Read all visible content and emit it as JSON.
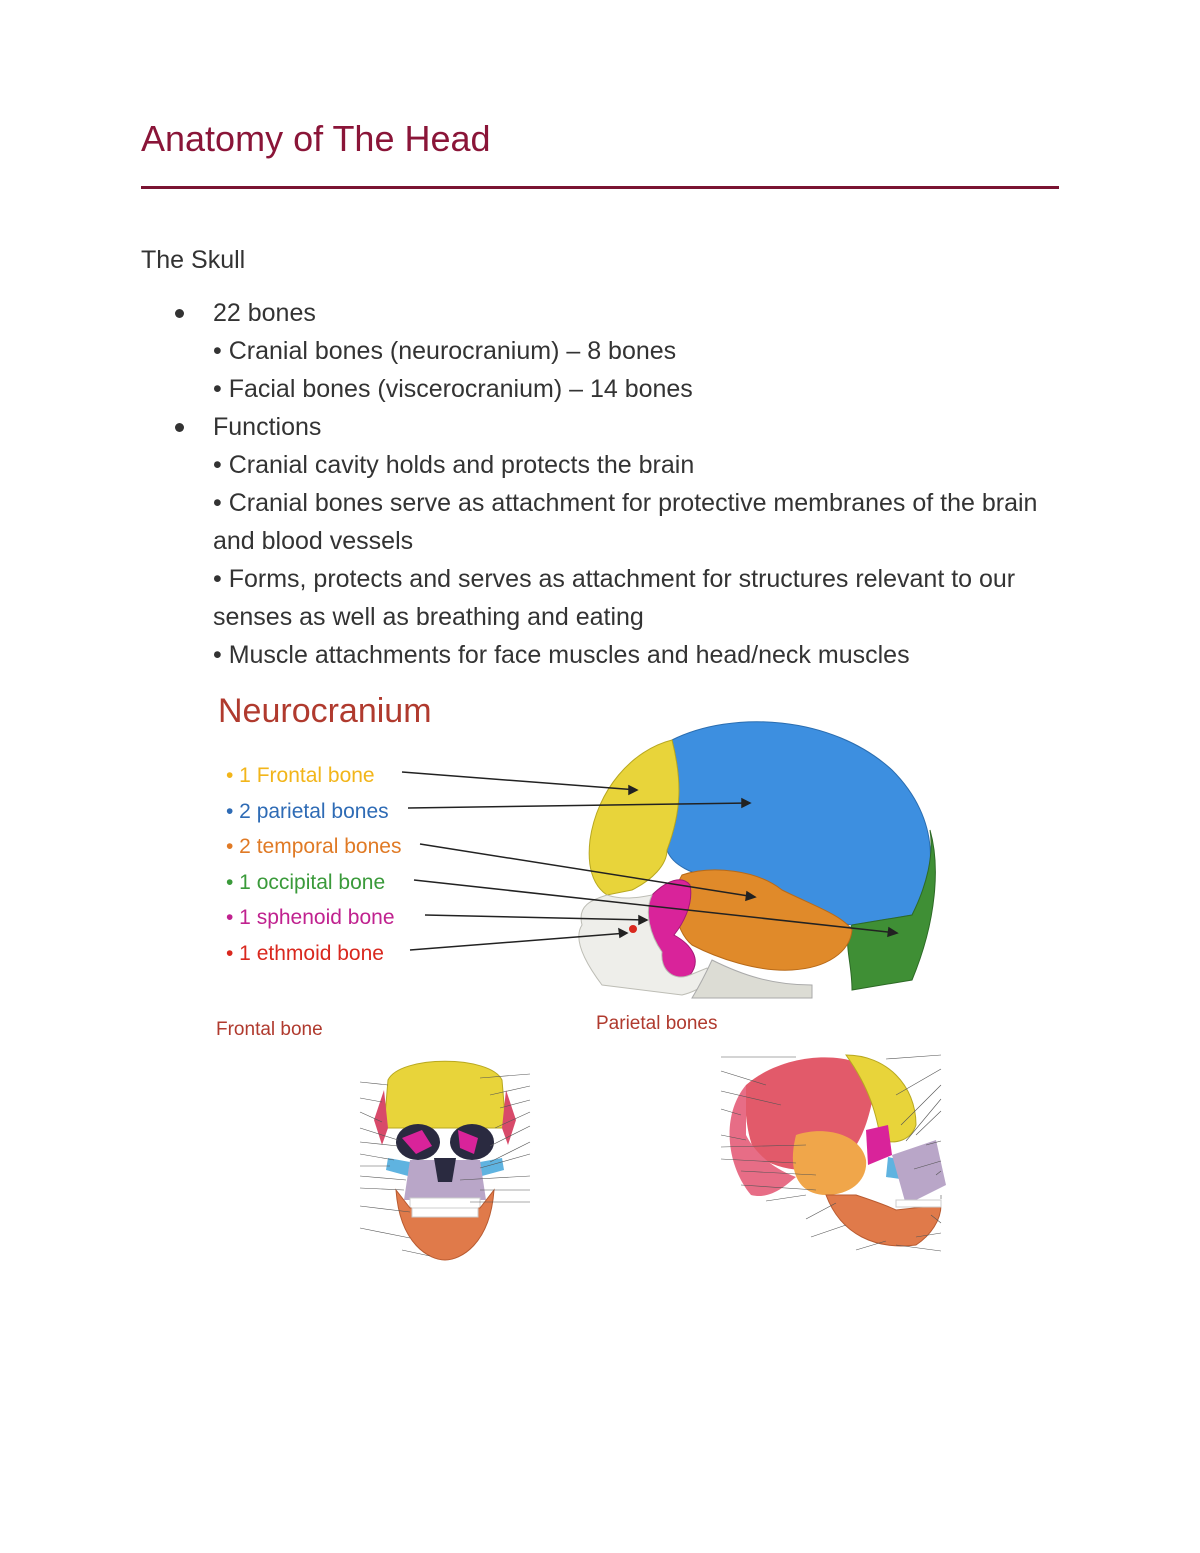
{
  "document": {
    "title": "Anatomy of The Head",
    "section_heading": "The Skull",
    "bullets": [
      {
        "text": "22 bones",
        "sub": [
          "• Cranial bones (neurocranium) – 8 bones",
          "• Facial bones (viscerocranium) – 14 bones"
        ]
      },
      {
        "text": "Functions",
        "sub": [
          "• Cranial cavity holds and protects the brain",
          "• Cranial bones serve as attachment for protective membranes of the brain and blood vessels",
          "• Forms, protects and serves as attachment for structures relevant to our senses as well as breathing and eating",
          "• Muscle attachments for face muscles and head/neck muscles"
        ]
      }
    ]
  },
  "figure_neuro": {
    "title": "Neurocranium",
    "labels": [
      {
        "text": "• 1 Frontal bone",
        "color": "#f2b51a"
      },
      {
        "text": "• 2 parietal bones",
        "color": "#2e6bb5"
      },
      {
        "text": "• 2 temporal bones",
        "color": "#e07a25"
      },
      {
        "text": "• 1 occipital bone",
        "color": "#3a9a3a"
      },
      {
        "text": "• 1 sphenoid bone",
        "color": "#c0228f"
      },
      {
        "text": "• 1 ethmoid bone",
        "color": "#d9281e"
      }
    ]
  },
  "figure_frontal": {
    "title": "Frontal bone"
  },
  "figure_parietal": {
    "title": "Parietal bones"
  },
  "colors": {
    "title": "#8a1538",
    "rule": "#7a1432",
    "frontal": "#e8d43a",
    "parietal": "#3d8fe0",
    "temporal": "#e08a2a",
    "occipital": "#3f8f35",
    "sphenoid": "#d9239a"
  }
}
